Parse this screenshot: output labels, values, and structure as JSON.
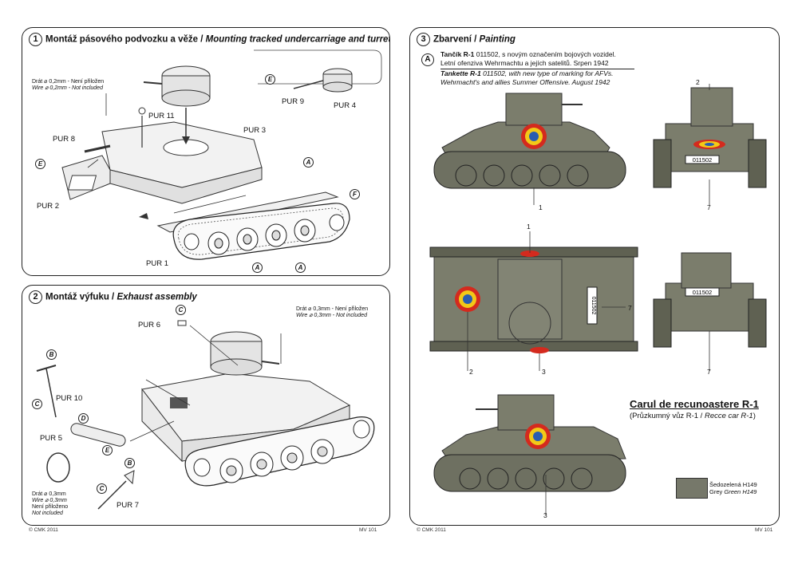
{
  "panel1": {
    "number": "1",
    "title_cz": "Montáž pásového podvozku a věže /",
    "title_en": "Mounting tracked undercarriage and turret",
    "wire_note_cz": "Drát ⌀ 0,2mm - Není přiložen",
    "wire_note_en": "Wire ⌀ 0,2mm - Not included",
    "labels": {
      "pur11": "PUR 11",
      "pur3": "PUR 3",
      "pur8": "PUR 8",
      "pur2": "PUR 2",
      "pur1": "PUR 1",
      "pur9": "PUR 9",
      "pur4": "PUR 4"
    },
    "callouts": {
      "e1": "E",
      "e2": "E",
      "a1": "A",
      "a2": "A",
      "a3": "A",
      "f": "F"
    }
  },
  "panel2": {
    "number": "2",
    "title_cz": "Montáž výfuku /",
    "title_en": "Exhaust assembly",
    "wire_note_cz": "Drát ⌀ 0,3mm - Není přiložen",
    "wire_note_en": "Wire ⌀ 0,3mm - Not included",
    "wire_note2_cz": "Drát ⌀ 0,3mm",
    "wire_note2_en": "Wire ⌀ 0,3mm",
    "wire_note2_cz2": "Není přiloženo",
    "wire_note2_en2": "Not included",
    "labels": {
      "pur6": "PUR 6",
      "pur10": "PUR 10",
      "pur5": "PUR 5",
      "pur7": "PUR 7"
    },
    "callouts": {
      "c1": "C",
      "b1": "B",
      "c2": "C",
      "d": "D",
      "e": "E",
      "c3": "C",
      "b2": "B"
    }
  },
  "panel3": {
    "number": "3",
    "title_cz": "Zbarvení /",
    "title_en": "Painting",
    "variant": "A",
    "caption_cz_bold": "Tančík R-1",
    "caption_cz_1": " 011502, s novým označením bojových vozidel.",
    "caption_cz_2": "Letní ofenziva Wehrmachtu a jejích satelitů. Srpen 1942",
    "caption_en_bold": "Tankette R-1",
    "caption_en_1": " 011502, with new type of marking for AFVs.",
    "caption_en_2": "Wehrmacht's and allies Summer Offensive. August 1942",
    "plate": "011502",
    "markers": [
      "1",
      "2",
      "7",
      "1",
      "2",
      "3",
      "7",
      "7",
      "3"
    ],
    "heading_ro": "Carul de recunoastere R-1",
    "sub_cz": "(Průzkumný vůz R-1 /",
    "sub_en": "Recce car R-1",
    "sub_end": ")",
    "paint_cz": "Šedozelená",
    "paint_code": "H149",
    "paint_en_1": "Grey",
    "paint_en_2": "Green",
    "paint_code2": "H149",
    "paint_color": "#76786a"
  },
  "footer": {
    "left_copy": "© CMK 2011",
    "left_code": "MV 101",
    "right_copy": "© CMK 2011",
    "right_code": "MV 101"
  }
}
